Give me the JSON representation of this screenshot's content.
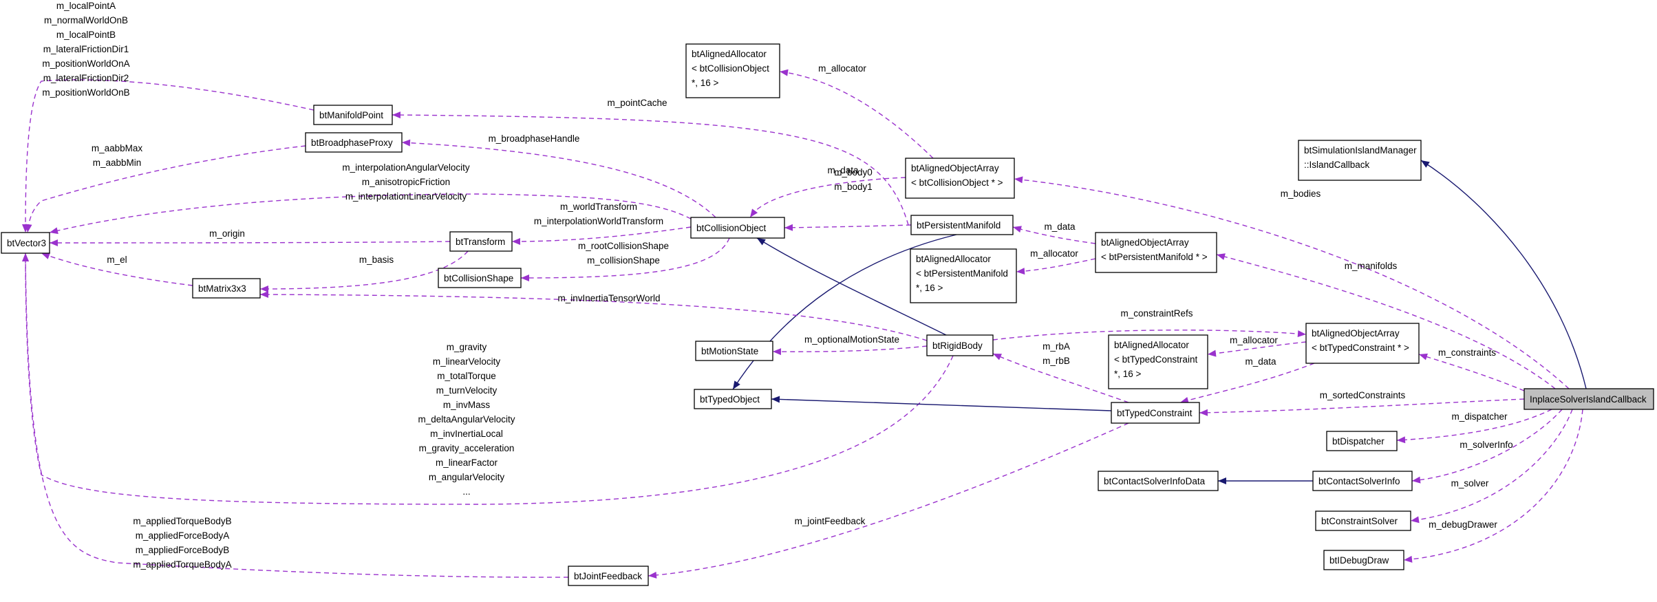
{
  "nodes": [
    {
      "id": "btVector3",
      "lines": [
        "btVector3"
      ]
    },
    {
      "id": "btManifoldPoint",
      "lines": [
        "btManifoldPoint"
      ]
    },
    {
      "id": "btBroadphaseProxy",
      "lines": [
        "btBroadphaseProxy"
      ]
    },
    {
      "id": "btTransform",
      "lines": [
        "btTransform"
      ]
    },
    {
      "id": "btMatrix3x3",
      "lines": [
        "btMatrix3x3"
      ]
    },
    {
      "id": "btCollisionShape",
      "lines": [
        "btCollisionShape"
      ]
    },
    {
      "id": "btCollisionObject",
      "lines": [
        "btCollisionObject"
      ]
    },
    {
      "id": "btMotionState",
      "lines": [
        "btMotionState"
      ]
    },
    {
      "id": "btTypedObject",
      "lines": [
        "btTypedObject"
      ]
    },
    {
      "id": "btJointFeedback",
      "lines": [
        "btJointFeedback"
      ]
    },
    {
      "id": "btAlignedAllocatorCO",
      "lines": [
        "btAlignedAllocator",
        "< btCollisionObject",
        "*, 16 >"
      ]
    },
    {
      "id": "btAlignedObjectArrayCO",
      "lines": [
        "btAlignedObjectArray",
        "< btCollisionObject * >"
      ]
    },
    {
      "id": "btPersistentManifold",
      "lines": [
        "btPersistentManifold"
      ]
    },
    {
      "id": "btAlignedAllocatorPM",
      "lines": [
        "btAlignedAllocator",
        "< btPersistentManifold",
        "*, 16 >"
      ]
    },
    {
      "id": "btAlignedObjectArrayPM",
      "lines": [
        "btAlignedObjectArray",
        "< btPersistentManifold * >"
      ]
    },
    {
      "id": "btRigidBody",
      "lines": [
        "btRigidBody"
      ]
    },
    {
      "id": "btAlignedAllocatorTC",
      "lines": [
        "btAlignedAllocator",
        "< btTypedConstraint",
        "*, 16 >"
      ]
    },
    {
      "id": "btAlignedObjectArrayTC",
      "lines": [
        "btAlignedObjectArray",
        "< btTypedConstraint * >"
      ]
    },
    {
      "id": "btTypedConstraint",
      "lines": [
        "btTypedConstraint"
      ]
    },
    {
      "id": "btContactSolverInfoData",
      "lines": [
        "btContactSolverInfoData"
      ]
    },
    {
      "id": "btSimulationIslandManager",
      "lines": [
        "btSimulationIslandManager",
        "::IslandCallback"
      ]
    },
    {
      "id": "btDispatcher",
      "lines": [
        "btDispatcher"
      ]
    },
    {
      "id": "btContactSolverInfo",
      "lines": [
        "btContactSolverInfo"
      ]
    },
    {
      "id": "btConstraintSolver",
      "lines": [
        "btConstraintSolver"
      ]
    },
    {
      "id": "btIDebugDraw",
      "lines": [
        "btIDebugDraw"
      ]
    },
    {
      "id": "InplaceSolverIslandCallback",
      "lines": [
        "InplaceSolverIslandCallback"
      ]
    }
  ],
  "edges": [
    {
      "id": "mp-v3",
      "from": "btManifoldPoint",
      "to": "btVector3",
      "type": "member",
      "label": [
        "m_localPointA",
        "m_normalWorldOnB",
        "m_localPointB",
        "m_lateralFrictionDir1",
        "m_positionWorldOnA",
        "m_lateralFrictionDir2",
        "m_positionWorldOnB"
      ]
    },
    {
      "id": "bp-v3",
      "from": "btBroadphaseProxy",
      "to": "btVector3",
      "type": "member",
      "label": [
        "m_aabbMax",
        "m_aabbMin"
      ]
    },
    {
      "id": "co-v3",
      "from": "btCollisionObject",
      "to": "btVector3",
      "type": "member",
      "label": [
        "m_interpolationAngularVelocity",
        "m_anisotropicFriction",
        "m_interpolationLinearVelocity"
      ]
    },
    {
      "id": "tr-v3",
      "from": "btTransform",
      "to": "btVector3",
      "type": "member",
      "label": [
        "m_origin"
      ]
    },
    {
      "id": "m3-v3",
      "from": "btMatrix3x3",
      "to": "btVector3",
      "type": "member",
      "label": [
        "m_el"
      ]
    },
    {
      "id": "tr-m3",
      "from": "btTransform",
      "to": "btMatrix3x3",
      "type": "member",
      "label": [
        "m_basis"
      ]
    },
    {
      "id": "co-tr",
      "from": "btCollisionObject",
      "to": "btTransform",
      "type": "member",
      "label": [
        "m_worldTransform",
        "m_interpolationWorldTransform"
      ]
    },
    {
      "id": "co-bp",
      "from": "btCollisionObject",
      "to": "btBroadphaseProxy",
      "type": "member",
      "label": [
        "m_broadphaseHandle"
      ]
    },
    {
      "id": "co-cs",
      "from": "btCollisionObject",
      "to": "btCollisionShape",
      "type": "member",
      "label": [
        "m_rootCollisionShape",
        "m_collisionShape"
      ]
    },
    {
      "id": "pm-mp",
      "from": "btPersistentManifold",
      "to": "btManifoldPoint",
      "type": "member",
      "label": [
        "m_pointCache"
      ]
    },
    {
      "id": "pm-co",
      "from": "btPersistentManifold",
      "to": "btCollisionObject",
      "type": "member",
      "label": [
        "m_body0",
        "m_body1"
      ]
    },
    {
      "id": "aoaco-co",
      "from": "btAlignedObjectArrayCO",
      "to": "btCollisionObject",
      "type": "member",
      "label": [
        "m_data"
      ]
    },
    {
      "id": "aoaco-aaco",
      "from": "btAlignedObjectArrayCO",
      "to": "btAlignedAllocatorCO",
      "type": "member",
      "label": [
        "m_allocator"
      ]
    },
    {
      "id": "aoapm-pm",
      "from": "btAlignedObjectArrayPM",
      "to": "btPersistentManifold",
      "type": "member",
      "label": [
        "m_data"
      ]
    },
    {
      "id": "aoapm-aapm",
      "from": "btAlignedObjectArrayPM",
      "to": "btAlignedAllocatorPM",
      "type": "member",
      "label": [
        "m_allocator"
      ]
    },
    {
      "id": "pm-to",
      "from": "btPersistentManifold",
      "to": "btTypedObject",
      "type": "inherit",
      "label": []
    },
    {
      "id": "rb-co",
      "from": "btRigidBody",
      "to": "btCollisionObject",
      "type": "inherit",
      "label": []
    },
    {
      "id": "rb-m3",
      "from": "btRigidBody",
      "to": "btMatrix3x3",
      "type": "member",
      "label": [
        "m_invInertiaTensorWorld"
      ]
    },
    {
      "id": "rb-ms",
      "from": "btRigidBody",
      "to": "btMotionState",
      "type": "member",
      "label": [
        "m_optionalMotionState"
      ]
    },
    {
      "id": "rb-aoatc",
      "from": "btRigidBody",
      "to": "btAlignedObjectArrayTC",
      "type": "member",
      "label": [
        "m_constraintRefs"
      ]
    },
    {
      "id": "rb-v3",
      "from": "btRigidBody",
      "to": "btVector3",
      "type": "member",
      "label": [
        "m_gravity",
        "m_linearVelocity",
        "m_totalTorque",
        "m_turnVelocity",
        "m_invMass",
        "m_deltaAngularVelocity",
        "m_invInertiaLocal",
        "m_gravity_acceleration",
        "m_linearFactor",
        "m_angularVelocity",
        "..."
      ]
    },
    {
      "id": "tc-rb",
      "from": "btTypedConstraint",
      "to": "btRigidBody",
      "type": "member",
      "label": [
        "m_rbA",
        "m_rbB"
      ]
    },
    {
      "id": "tc-to",
      "from": "btTypedConstraint",
      "to": "btTypedObject",
      "type": "inherit",
      "label": []
    },
    {
      "id": "aoatc-tc",
      "from": "btAlignedObjectArrayTC",
      "to": "btTypedConstraint",
      "type": "member",
      "label": [
        "m_data"
      ]
    },
    {
      "id": "aoatc-aatc",
      "from": "btAlignedObjectArrayTC",
      "to": "btAlignedAllocatorTC",
      "type": "member",
      "label": [
        "m_allocator"
      ]
    },
    {
      "id": "tc-jf",
      "from": "btTypedConstraint",
      "to": "btJointFeedback",
      "type": "member",
      "label": [
        "m_jointFeedback"
      ]
    },
    {
      "id": "jf-v3",
      "from": "btJointFeedback",
      "to": "btVector3",
      "type": "member",
      "label": [
        "m_appliedTorqueBodyB",
        "m_appliedForceBodyA",
        "m_appliedForceBodyB",
        "m_appliedTorqueBodyA"
      ]
    },
    {
      "id": "csi-csid",
      "from": "btContactSolverInfo",
      "to": "btContactSolverInfoData",
      "type": "inherit",
      "label": []
    },
    {
      "id": "isic-sim",
      "from": "InplaceSolverIslandCallback",
      "to": "btSimulationIslandManager",
      "type": "inherit",
      "label": []
    },
    {
      "id": "isic-aoaco",
      "from": "InplaceSolverIslandCallback",
      "to": "btAlignedObjectArrayCO",
      "type": "member",
      "label": [
        "m_bodies"
      ]
    },
    {
      "id": "isic-aoapm",
      "from": "InplaceSolverIslandCallback",
      "to": "btAlignedObjectArrayPM",
      "type": "member",
      "label": [
        "m_manifolds"
      ]
    },
    {
      "id": "isic-aoatc",
      "from": "InplaceSolverIslandCallback",
      "to": "btAlignedObjectArrayTC",
      "type": "member",
      "label": [
        "m_constraints"
      ]
    },
    {
      "id": "isic-tc",
      "from": "InplaceSolverIslandCallback",
      "to": "btTypedConstraint",
      "type": "member",
      "label": [
        "m_sortedConstraints"
      ]
    },
    {
      "id": "isic-disp",
      "from": "InplaceSolverIslandCallback",
      "to": "btDispatcher",
      "type": "member",
      "label": [
        "m_dispatcher"
      ]
    },
    {
      "id": "isic-csi",
      "from": "InplaceSolverIslandCallback",
      "to": "btContactSolverInfo",
      "type": "member",
      "label": [
        "m_solverInfo"
      ]
    },
    {
      "id": "isic-cs",
      "from": "InplaceSolverIslandCallback",
      "to": "btConstraintSolver",
      "type": "member",
      "label": [
        "m_solver"
      ]
    },
    {
      "id": "isic-dd",
      "from": "InplaceSolverIslandCallback",
      "to": "btIDebugDraw",
      "type": "member",
      "label": [
        "m_debugDrawer"
      ]
    }
  ]
}
